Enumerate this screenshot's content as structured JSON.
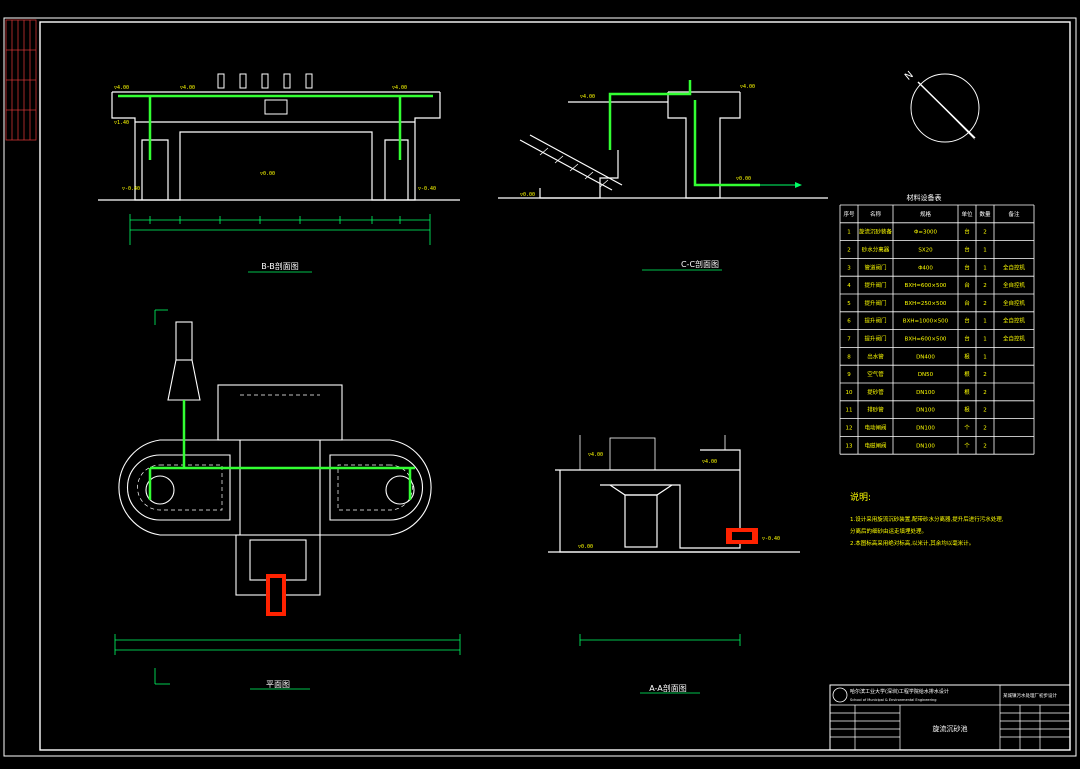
{
  "sheet": {
    "background": "#000000",
    "colors": {
      "border": "#ffffff",
      "structure": "#ffffff",
      "pipe": "#33ff33",
      "dimension": "#00ff66",
      "annotation": "#ffff00",
      "highlight": "#ff2200",
      "margin_strip": "#cc3333"
    }
  },
  "views": {
    "bb_section": {
      "title": "B-B剖面图"
    },
    "cc_section": {
      "title": "C-C剖面图"
    },
    "plan": {
      "title": "平面图"
    },
    "aa_section": {
      "title": "A-A剖面图"
    }
  },
  "north_arrow": {
    "label": "N"
  },
  "materials": {
    "title": "材料设备表",
    "headers": [
      "序号",
      "名称",
      "规格",
      "单位",
      "数量",
      "备注"
    ],
    "rows": [
      [
        "1",
        "旋流沉砂装备",
        "Φ=3000",
        "台",
        "2",
        ""
      ],
      [
        "2",
        "砂水分离器",
        "SX20",
        "台",
        "1",
        ""
      ],
      [
        "3",
        "管道阀门",
        "Φ400",
        "台",
        "1",
        "全自控机"
      ],
      [
        "4",
        "提升阀门",
        "BXH=600×500",
        "台",
        "2",
        "全自控机"
      ],
      [
        "5",
        "提升阀门",
        "BXH=250×500",
        "台",
        "2",
        "全自控机"
      ],
      [
        "6",
        "提升阀门",
        "BXH=1000×500",
        "台",
        "1",
        "全自控机"
      ],
      [
        "7",
        "提升阀门",
        "BXH=600×500",
        "台",
        "1",
        "全自控机"
      ],
      [
        "8",
        "出水管",
        "DN400",
        "根",
        "1",
        ""
      ],
      [
        "9",
        "空气管",
        "DN50",
        "根",
        "2",
        ""
      ],
      [
        "10",
        "提砂管",
        "DN100",
        "根",
        "2",
        ""
      ],
      [
        "11",
        "排砂管",
        "DN100",
        "根",
        "2",
        ""
      ],
      [
        "12",
        "电动闸阀",
        "DN100",
        "个",
        "2",
        ""
      ],
      [
        "13",
        "电磁闸阀",
        "DN100",
        "个",
        "2",
        ""
      ]
    ]
  },
  "notes": {
    "heading": "说明:",
    "lines": [
      "1.设计采用旋流沉砂装置,配带砂水分离器,提升后进行污水处理,",
      "  分离后的细砂由运走填埋处理。",
      "2.本图标高采用绝对标高,以米计,其余均以毫米计。"
    ]
  },
  "title_block": {
    "school": "哈尔滨工业大学(深圳)工程学院给水排水设计",
    "school_en": "School of Municipal & Environmental Engineering",
    "project": "某城镇污水处理厂初步设计",
    "drawing_name": "旋流沉砂池"
  }
}
